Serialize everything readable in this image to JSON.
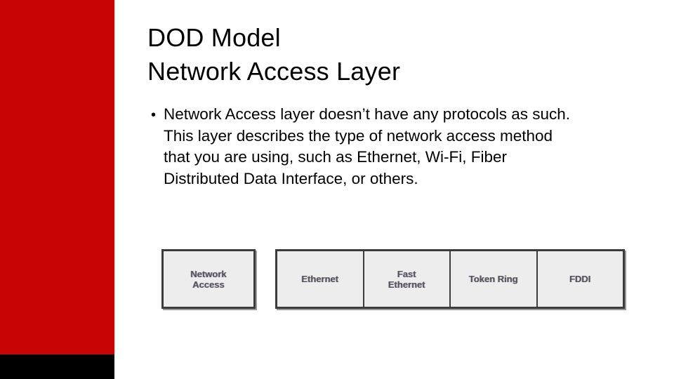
{
  "slide": {
    "title": {
      "line1": "DOD Model",
      "line2": "Network Access Layer"
    },
    "bullet_char": "•",
    "body_lines": [
      "Network Access layer doesn’t have any protocols as such.",
      "This layer describes the type of network access method",
      "that you are using, such as Ethernet, Wi-Fi, Fiber",
      "Distributed Data Interface, or others."
    ],
    "colors": {
      "accent_bar": "#c80404",
      "footer_bar": "#000000",
      "box_fill": "#ededed",
      "box_border": "#3c3c3c",
      "box_text": "#54545f"
    }
  },
  "diagram": {
    "layer_label": "Network Access",
    "protocols": [
      "Ethernet",
      "Fast Ethernet",
      "Token Ring",
      "FDDI"
    ]
  }
}
